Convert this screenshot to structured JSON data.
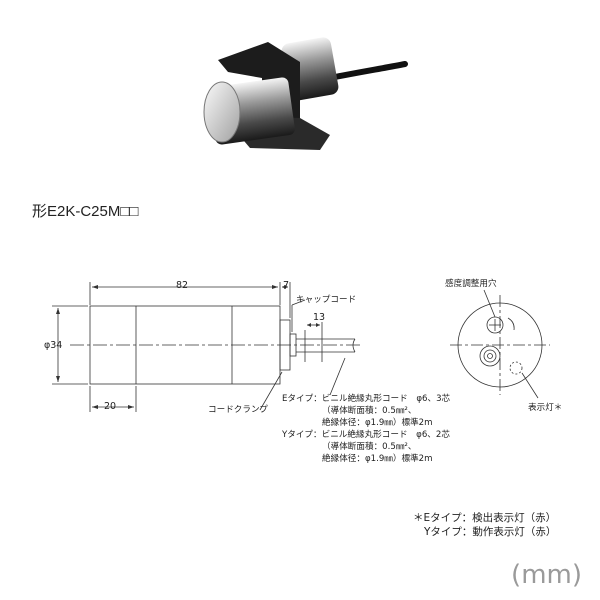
{
  "title": "形E2K-C25M□□",
  "dimensions": {
    "length": "82",
    "cap_length": "7",
    "diameter": "φ34",
    "front_section": "20",
    "cable_offset": "13"
  },
  "callouts": {
    "cap_cord": "キャップコード",
    "cord_clamp": "コードクランプ",
    "sensitivity_hole": "感度調整用穴",
    "indicator": "表示灯＊"
  },
  "cable_spec": {
    "e_line1": "Eタイプ：ビニル絶縁丸形コード　φ6、3芯",
    "e_line2": "（導体断面積：0.5㎜²、",
    "e_line3": "絶縁体径：φ1.9㎜）標準2m",
    "y_line1": "Yタイプ：ビニル絶縁丸形コード　φ6、2芯",
    "y_line2": "（導体断面積：0.5㎜²、",
    "y_line3": "絶縁体径：φ1.9㎜）標準2m"
  },
  "footnote": {
    "line1": "＊Eタイプ：検出表示灯（赤）",
    "line2": "Yタイプ：動作表示灯（赤）"
  },
  "unit": "(mm)"
}
